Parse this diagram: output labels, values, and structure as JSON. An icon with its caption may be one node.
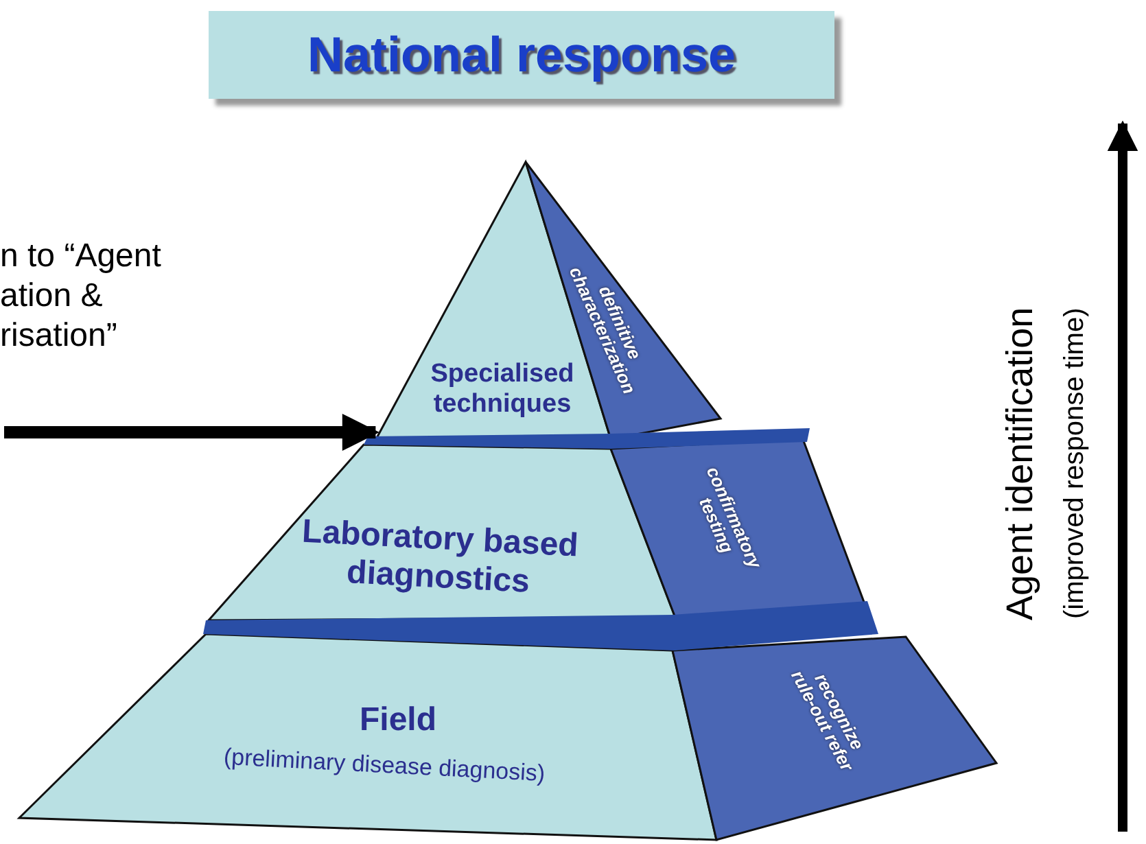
{
  "diagram": {
    "title": "National response",
    "nodes": [
      {
        "text": [
          "n to “Agent ation & risation”"
        ]
      },
      {
        "text": [
          "Specialised techniques"
        ]
      },
      {
        "text": [
          "definitive characterization"
        ]
      },
      {
        "text": [
          "Laboratory based diagnostics"
        ]
      },
      {
        "text": [
          "confirmatory testing"
        ]
      },
      {
        "text": [
          "Field",
          "(preliminary disease diagnosis)"
        ]
      },
      {
        "text": [
          "recognize rule-out refer"
        ]
      },
      {
        "text": [],
        "shape": "band"
      },
      {
        "text": [],
        "shape": "band"
      }
    ],
    "edges": [
      {
        "from": 0,
        "to": 1,
        "arrow": "to"
      }
    ],
    "labels": [
      "Agent identification",
      "(improved response time)"
    ]
  }
}
